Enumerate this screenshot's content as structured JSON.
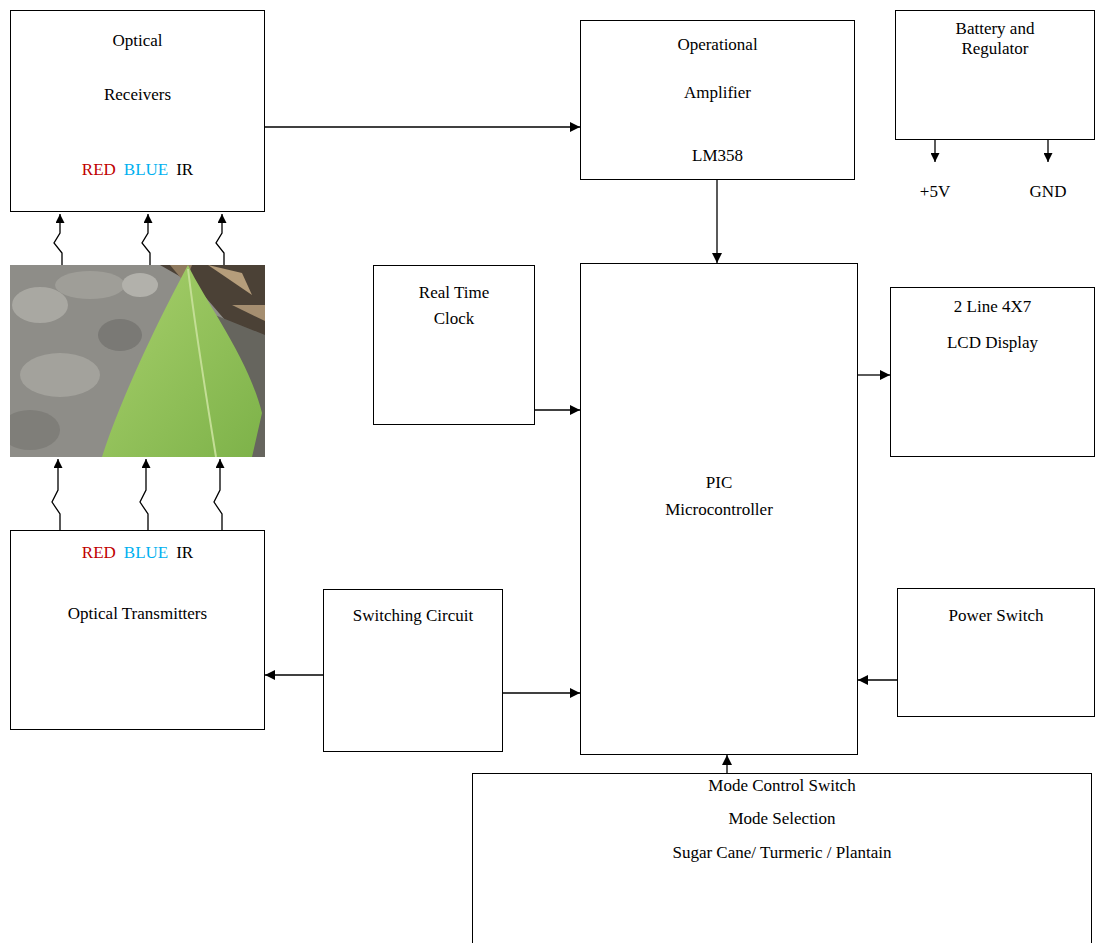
{
  "diagram": {
    "nodes": [
      {
        "text": [
          "Optical Receivers",
          "RED",
          "BLUE",
          "IR"
        ]
      },
      {
        "text": [
          "Operational Amplifier",
          "LM358"
        ]
      },
      {
        "text": [
          "Battery and Regulator"
        ]
      },
      {
        "text": [
          "Real Time Clock"
        ]
      },
      {
        "text": [
          "PIC Microcontroller"
        ]
      },
      {
        "text": [
          "2 Line 4X7 LCD Display"
        ]
      },
      {
        "text": [
          "RED",
          "BLUE",
          "IR",
          "Optical Transmitters"
        ]
      },
      {
        "text": [
          "Switching Circuit"
        ]
      },
      {
        "text": [
          "Power Switch"
        ]
      },
      {
        "text": [
          "Mode Control Switch",
          "Mode Selection",
          "Sugar Cane/ Turmeric / Plantain"
        ]
      }
    ],
    "edges": [
      {
        "from": 0,
        "to": 1,
        "arrow": "to"
      },
      {
        "from": 1,
        "to": 4,
        "arrow": "to"
      },
      {
        "from": 3,
        "to": 4,
        "arrow": "to"
      },
      {
        "from": 4,
        "to": 5,
        "arrow": "to"
      },
      {
        "from": 7,
        "to": 6,
        "arrow": "to"
      },
      {
        "from": 7,
        "to": 4,
        "arrow": "to"
      },
      {
        "from": 8,
        "to": 4,
        "arrow": "to"
      },
      {
        "from": 9,
        "to": 4,
        "arrow": "to"
      }
    ],
    "labels": [
      "+5V",
      "GND"
    ]
  }
}
